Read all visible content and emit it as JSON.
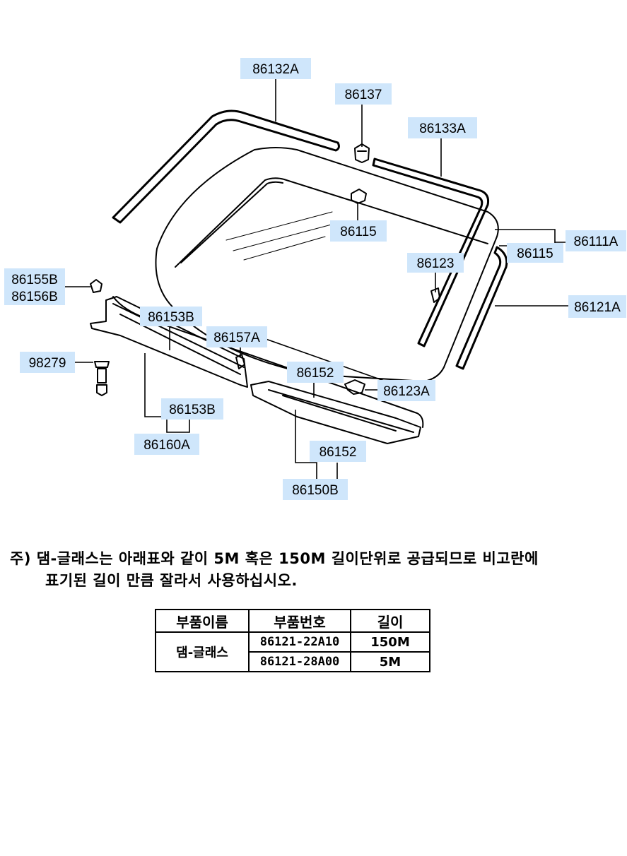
{
  "labels": {
    "l86132A": "86132A",
    "l86137": "86137",
    "l86133A": "86133A",
    "l86115a": "86115",
    "l86115b": "86115",
    "l86111A": "86111A",
    "l86123": "86123",
    "l86121A": "86121A",
    "l86155B": "86155B",
    "l86156B": "86156B",
    "l86153Ba": "86153B",
    "l86157A": "86157A",
    "l98279": "98279",
    "l86152a": "86152",
    "l86123A": "86123A",
    "l86153Bb": "86153B",
    "l86160A": "86160A",
    "l86152b": "86152",
    "l86150B": "86150B"
  },
  "note": {
    "line1": "주) 댐-글래스는 아래표와 같이 5M 혹은 150M 길이단위로 공급되므로 비고란에",
    "line2": "표기된 길이 만큼 잘라서 사용하십시오."
  },
  "table": {
    "headers": [
      "부품이름",
      "부품번호",
      "길이"
    ],
    "part_name": "댐-글래스",
    "rows": [
      {
        "part_no": "86121-22A10",
        "length": "150M"
      },
      {
        "part_no": "86121-28A00",
        "length": "5M"
      }
    ]
  }
}
